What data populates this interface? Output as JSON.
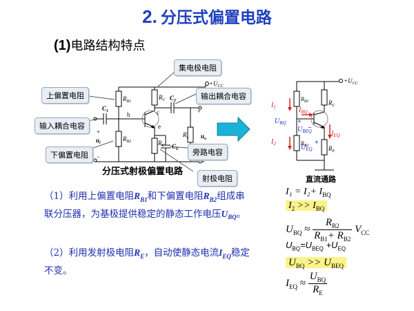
{
  "title": {
    "num": "2.",
    "text": "分压式偏置电路"
  },
  "subtitle": {
    "num": "(1)",
    "text": "电路结构特点"
  },
  "callouts": {
    "upper_bias": "上偏置电阻",
    "input_cap": "输入耦合电容",
    "lower_bias": "下偏置电阻",
    "collector_res": "集电极电阻",
    "output_cap": "输出耦合电容",
    "bypass_cap": "旁路电容",
    "emitter_res": "射极电阻"
  },
  "circuit": {
    "caption": "分压式射极偏置电路",
    "rb1": "R",
    "rb1_sub": "B1",
    "rb2": "R",
    "rb2_sub": "B2",
    "rc": "R",
    "rc_sub": "C",
    "re": "R",
    "re_sub": "E",
    "rl": "R",
    "rl_sub": "L",
    "c1": "C",
    "c1_sub": "1",
    "c2": "C",
    "c2_sub": "2",
    "ce": "C",
    "ce_sub": "E",
    "ui": "u",
    "ui_sub": "i",
    "uo": "u",
    "uo_sub": "o",
    "vcc": "+U",
    "vcc_sub": "CC",
    "node_b": "b",
    "node_c": "c",
    "node_e": "e",
    "plus": "+",
    "minus": "−"
  },
  "dc_path": {
    "caption": "直流通路",
    "i1": "I",
    "i1_sub": "1",
    "i2": "I",
    "i2_sub": "2",
    "ibq": "I",
    "ibq_sub": "BQ",
    "ieq": "I",
    "ieq_sub": "EQ",
    "ubq": "U",
    "ubq_sub": "BQ",
    "ubeq": "U",
    "ubeq_sub": "BEQ",
    "ueq": "U",
    "ueq_sub": "EQ",
    "rb1": "R",
    "rb1_sub": "B1",
    "rb2": "R",
    "rb2_sub": "B2",
    "rc": "R",
    "rc_sub": "C",
    "re": "R",
    "re_sub": "E",
    "vcc": "+U",
    "vcc_sub": "CC",
    "plus": "+",
    "minus": "−"
  },
  "paragraphs": {
    "p1_a": "（1）利用上偏置电阻",
    "p1_r": "R",
    "p1_r_sub": "B1",
    "p1_b": "和下偏置电阻",
    "p1_r2": "R",
    "p1_r2_sub": "B2",
    "p1_c": "组成串联分压器，为基极提供稳定的静态工作电压",
    "p1_u": "U",
    "p1_u_sub": "BQ",
    "p1_end": "。",
    "p2_a": "（2）利用发射极电阻",
    "p2_r": "R",
    "p2_r_sub": "E",
    "p2_b": "，自动使静态电流",
    "p2_i": "I",
    "p2_i_sub": "EQ",
    "p2_c": "稳定不变。"
  },
  "equations": {
    "e1": "I₁ = I₂+ I",
    "e1_sub": "BQ",
    "e2_left": "I",
    "e2_left_sub": "2",
    "e2_op": " >> I",
    "e2_right_sub": "BQ",
    "e3_u": "U",
    "e3_u_sub": "BQ",
    "e3_approx": "≈",
    "e3_num": "R",
    "e3_num_sub": "B2",
    "e3_den": "R",
    "e3_den_sub1": "B1",
    "e3_den_plus": "+ R",
    "e3_den_sub2": "B2",
    "e3_v": "V",
    "e3_v_sub": "CC",
    "e4": "U",
    "e4_sub1": "BQ",
    "e4_mid": "=U",
    "e4_sub2": "BEQ",
    "e4_end": " +U",
    "e4_sub3": "EQ",
    "e5_u": "U",
    "e5_u_sub": "BQ",
    "e5_op": " >> U",
    "e5_op_sub": "BEQ",
    "e6_i": "I",
    "e6_i_sub": "EQ",
    "e6_approx": "≈",
    "e6_num": "U",
    "e6_num_sub": "BQ",
    "e6_den": "R",
    "e6_den_sub": "E"
  },
  "colors": {
    "title": "#1f3fbf",
    "paragraph": "#1f2fb0",
    "callout_bg": "#e9eef5",
    "highlight": "#fbf38a",
    "arrow": "#1ab3d8",
    "current_red": "#e02020",
    "current_blue": "#1f2fd0"
  }
}
